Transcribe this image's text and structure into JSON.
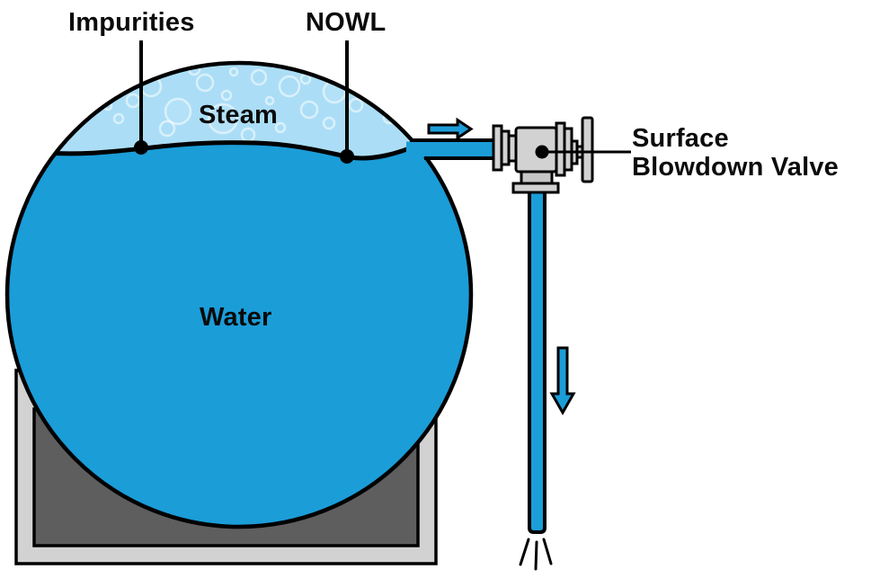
{
  "labels": {
    "impurities": "Impurities",
    "nowl": "NOWL",
    "steam": "Steam",
    "water": "Water",
    "valve_line1": "Surface",
    "valve_line2": "Blowdown Valve"
  },
  "icons": {
    "flow_right": "right-arrow-icon",
    "flow_down": "down-arrow-icon",
    "spray": "spray-lines-icon",
    "marker": "leader-dot-icon"
  },
  "colors": {
    "water_blue": "#1B9DD8",
    "steam_blue": "#ABDEF6",
    "valve_gray": "#D2D2D2",
    "valve_gray_dark": "#C6C6C6",
    "base_outer_gray": "#D2D2D2",
    "base_inner_gray": "#5E5E5E",
    "outline": "#000000"
  }
}
